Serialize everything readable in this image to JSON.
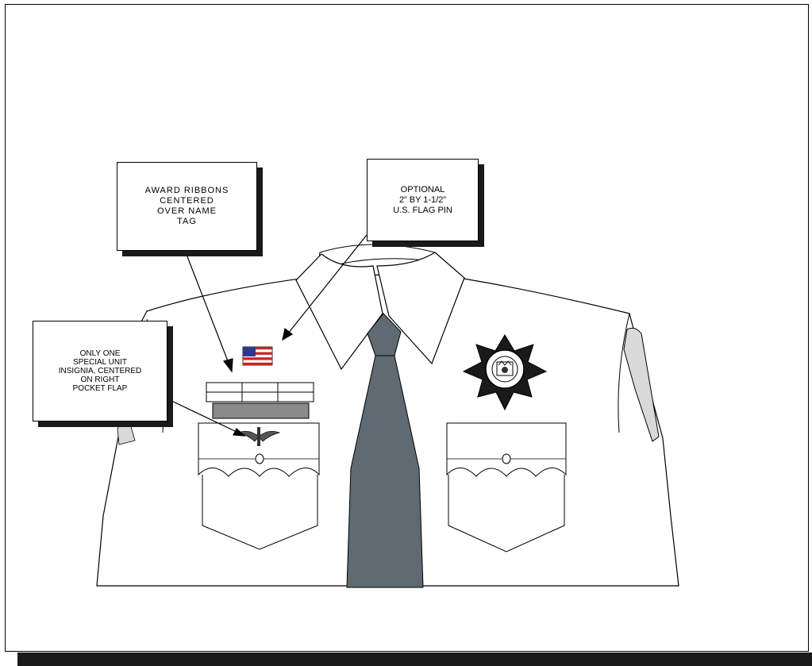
{
  "callouts": {
    "award_ribbons": "AWARD RIBBONS\nCENTERED\nOVER NAME\nTAG",
    "flag_pin": "OPTIONAL\n2” BY 1-1/2”\nU.S. FLAG PIN",
    "special_unit": "ONLY ONE\nSPECIAL UNIT\nINSIGNIA, CENTERED\nON RIGHT\nPOCKET FLAP"
  },
  "colors": {
    "tie": "#5f6a72",
    "name_tag": "#8a8a8a",
    "sleeve_patch": "#d9d9d9",
    "shadow": "#1a1a1a",
    "flag_red": "#cc2222",
    "flag_blue": "#2a3a8c"
  },
  "icons": {
    "badge": "seven-point-star-badge-icon",
    "flag": "us-flag-pin-icon",
    "insignia": "winged-unit-insignia-icon"
  }
}
